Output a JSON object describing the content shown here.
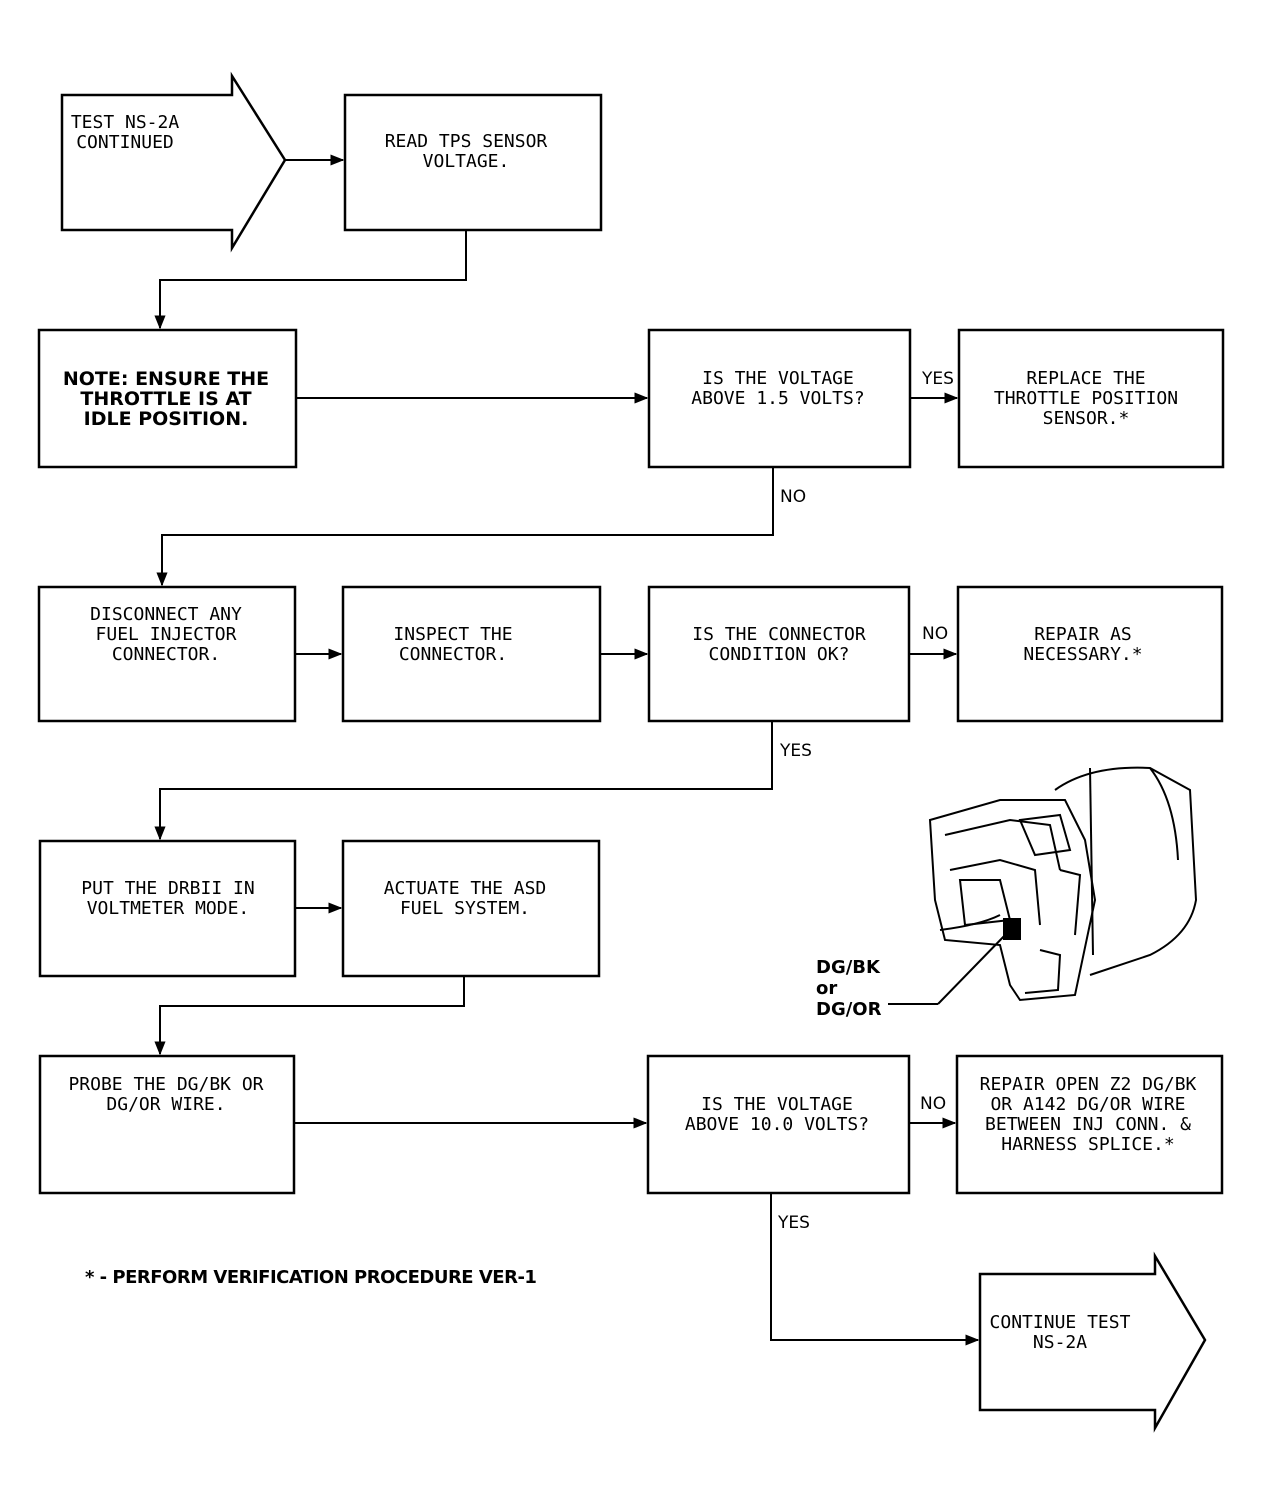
{
  "nodes": {
    "start": {
      "lines": [
        "TEST NS-2A",
        "CONTINUED"
      ]
    },
    "read_tps": {
      "lines": [
        "READ TPS SENSOR",
        "VOLTAGE."
      ]
    },
    "note_idle": {
      "lines": [
        "NOTE: ENSURE THE",
        "THROTTLE IS AT",
        "IDLE POSITION."
      ]
    },
    "q_voltage_15": {
      "lines": [
        "IS THE VOLTAGE",
        "ABOVE 1.5 VOLTS?"
      ]
    },
    "replace_tps": {
      "lines": [
        "REPLACE THE",
        "THROTTLE POSITION",
        "SENSOR.*"
      ]
    },
    "disconnect_inj": {
      "lines": [
        "DISCONNECT ANY",
        "FUEL INJECTOR",
        "CONNECTOR."
      ]
    },
    "inspect_conn": {
      "lines": [
        "INSPECT THE",
        "CONNECTOR."
      ]
    },
    "q_conn_ok": {
      "lines": [
        "IS THE CONNECTOR",
        "CONDITION OK?"
      ]
    },
    "repair_necessary": {
      "lines": [
        "REPAIR AS",
        "NECESSARY.*"
      ]
    },
    "drbii_voltmeter": {
      "lines": [
        "PUT THE DRBII IN",
        "VOLTMETER MODE."
      ]
    },
    "actuate_asd": {
      "lines": [
        "ACTUATE THE ASD",
        "FUEL SYSTEM."
      ]
    },
    "probe_wire": {
      "lines": [
        "PROBE THE DG/BK OR",
        "DG/OR WIRE."
      ]
    },
    "q_voltage_10": {
      "lines": [
        "IS THE VOLTAGE",
        "ABOVE 10.0 VOLTS?"
      ]
    },
    "repair_open": {
      "lines": [
        "REPAIR OPEN Z2 DG/BK",
        "OR A142 DG/OR WIRE",
        "BETWEEN INJ CONN. &",
        "HARNESS SPLICE.*"
      ]
    },
    "continue_test": {
      "lines": [
        "CONTINUE TEST",
        "NS-2A"
      ]
    }
  },
  "edge_labels": {
    "yes_replace": "YES",
    "no_disconnect": "NO",
    "no_repair": "NO",
    "yes_drbii": "YES",
    "no_repair_open": "NO",
    "yes_continue": "YES"
  },
  "callout": {
    "lines": [
      "DG/BK",
      "or",
      "DG/OR"
    ]
  },
  "footnote": "* - PERFORM VERIFICATION PROCEDURE VER-1"
}
